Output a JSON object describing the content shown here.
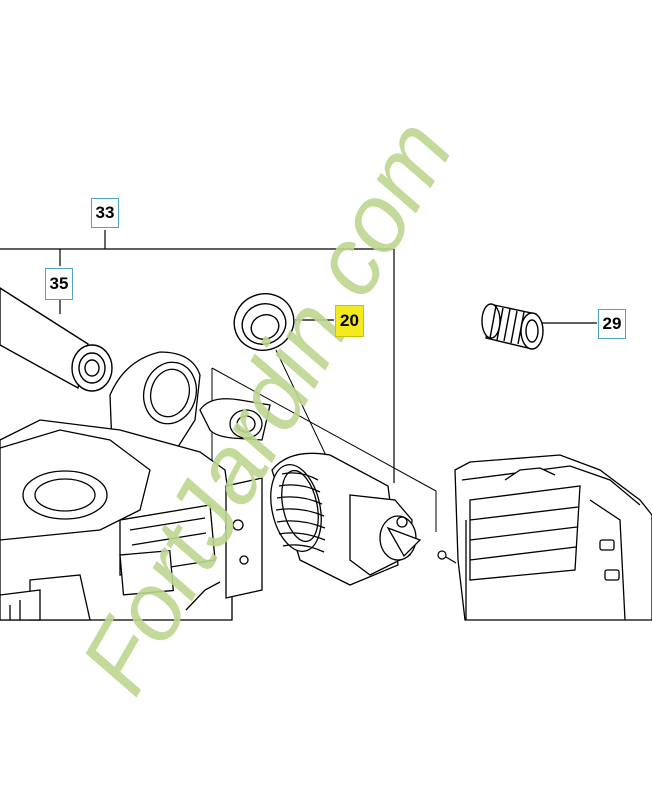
{
  "callouts": {
    "c33": {
      "label": "33"
    },
    "c35": {
      "label": "35"
    },
    "c20": {
      "label": "20"
    },
    "c29": {
      "label": "29"
    }
  },
  "watermark": {
    "text": "FortJardin.com",
    "color": "#bcd690",
    "dot_color": "#c9c6c0"
  },
  "colors": {
    "callout_border": "#4fa3c9",
    "highlight": "#f2ea1e",
    "line": "#000000"
  },
  "icons": {
    "engine": "engine-assembly-icon",
    "air_filter": "air-filter-cartridge-icon",
    "oil_filter": "oil-filter-icon",
    "seal_ring": "rubber-seal-ring-icon",
    "pre_filter": "foam-pre-filter-icon",
    "radiator_hood": "cooling-shroud-icon"
  }
}
